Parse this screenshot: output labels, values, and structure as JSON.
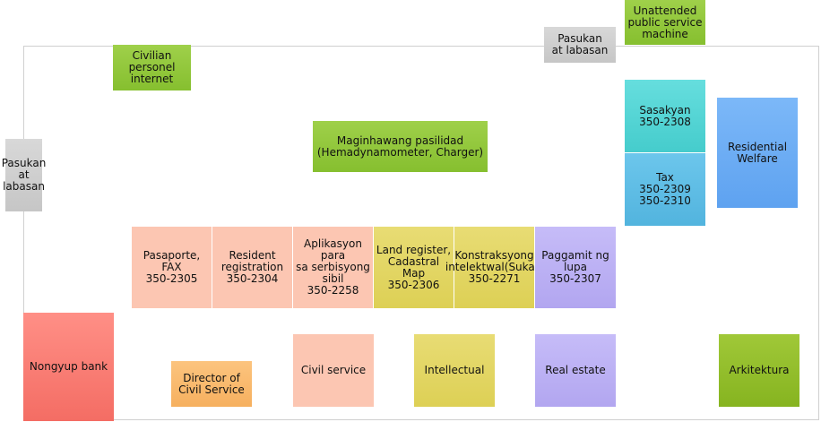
{
  "boxes": {
    "unattended": "Unattended\npublic service\nmachine",
    "civilian_internet": "Civilian\npersonel\ninternet",
    "entrance_top": "Pasukan\nat labasan",
    "entrance_left": "Pasukan\nat labasan",
    "welfare": "Maginhawang pasilidad\n(Hemadynamometer, Charger)",
    "vehicle": "Sasakyan\n350-2308",
    "tax": "Tax\n350-2309\n350-2310",
    "residential_welfare": "Residential\nWelfare",
    "passport": "Pasaporte, FAX\n350-2305",
    "resident_registration": "Resident\nregistration\n350-2304",
    "civil_application": "Aplikasyon para\nsa serbisyong sibil\n350-2258",
    "land_register": "Land register,\nCadastral Map\n350-2306",
    "construction": "Konstraksyong\nintelektwal(Sukat)\n350-2271",
    "land_use": "Paggamit ng\nlupa\n350-2307",
    "nongyup": "Nongyup bank",
    "director": "Director of\nCivil Service",
    "civil_service": "Civil service",
    "intellectual": "Intellectual",
    "real_estate": "Real estate",
    "architecture": "Arkitektura"
  }
}
